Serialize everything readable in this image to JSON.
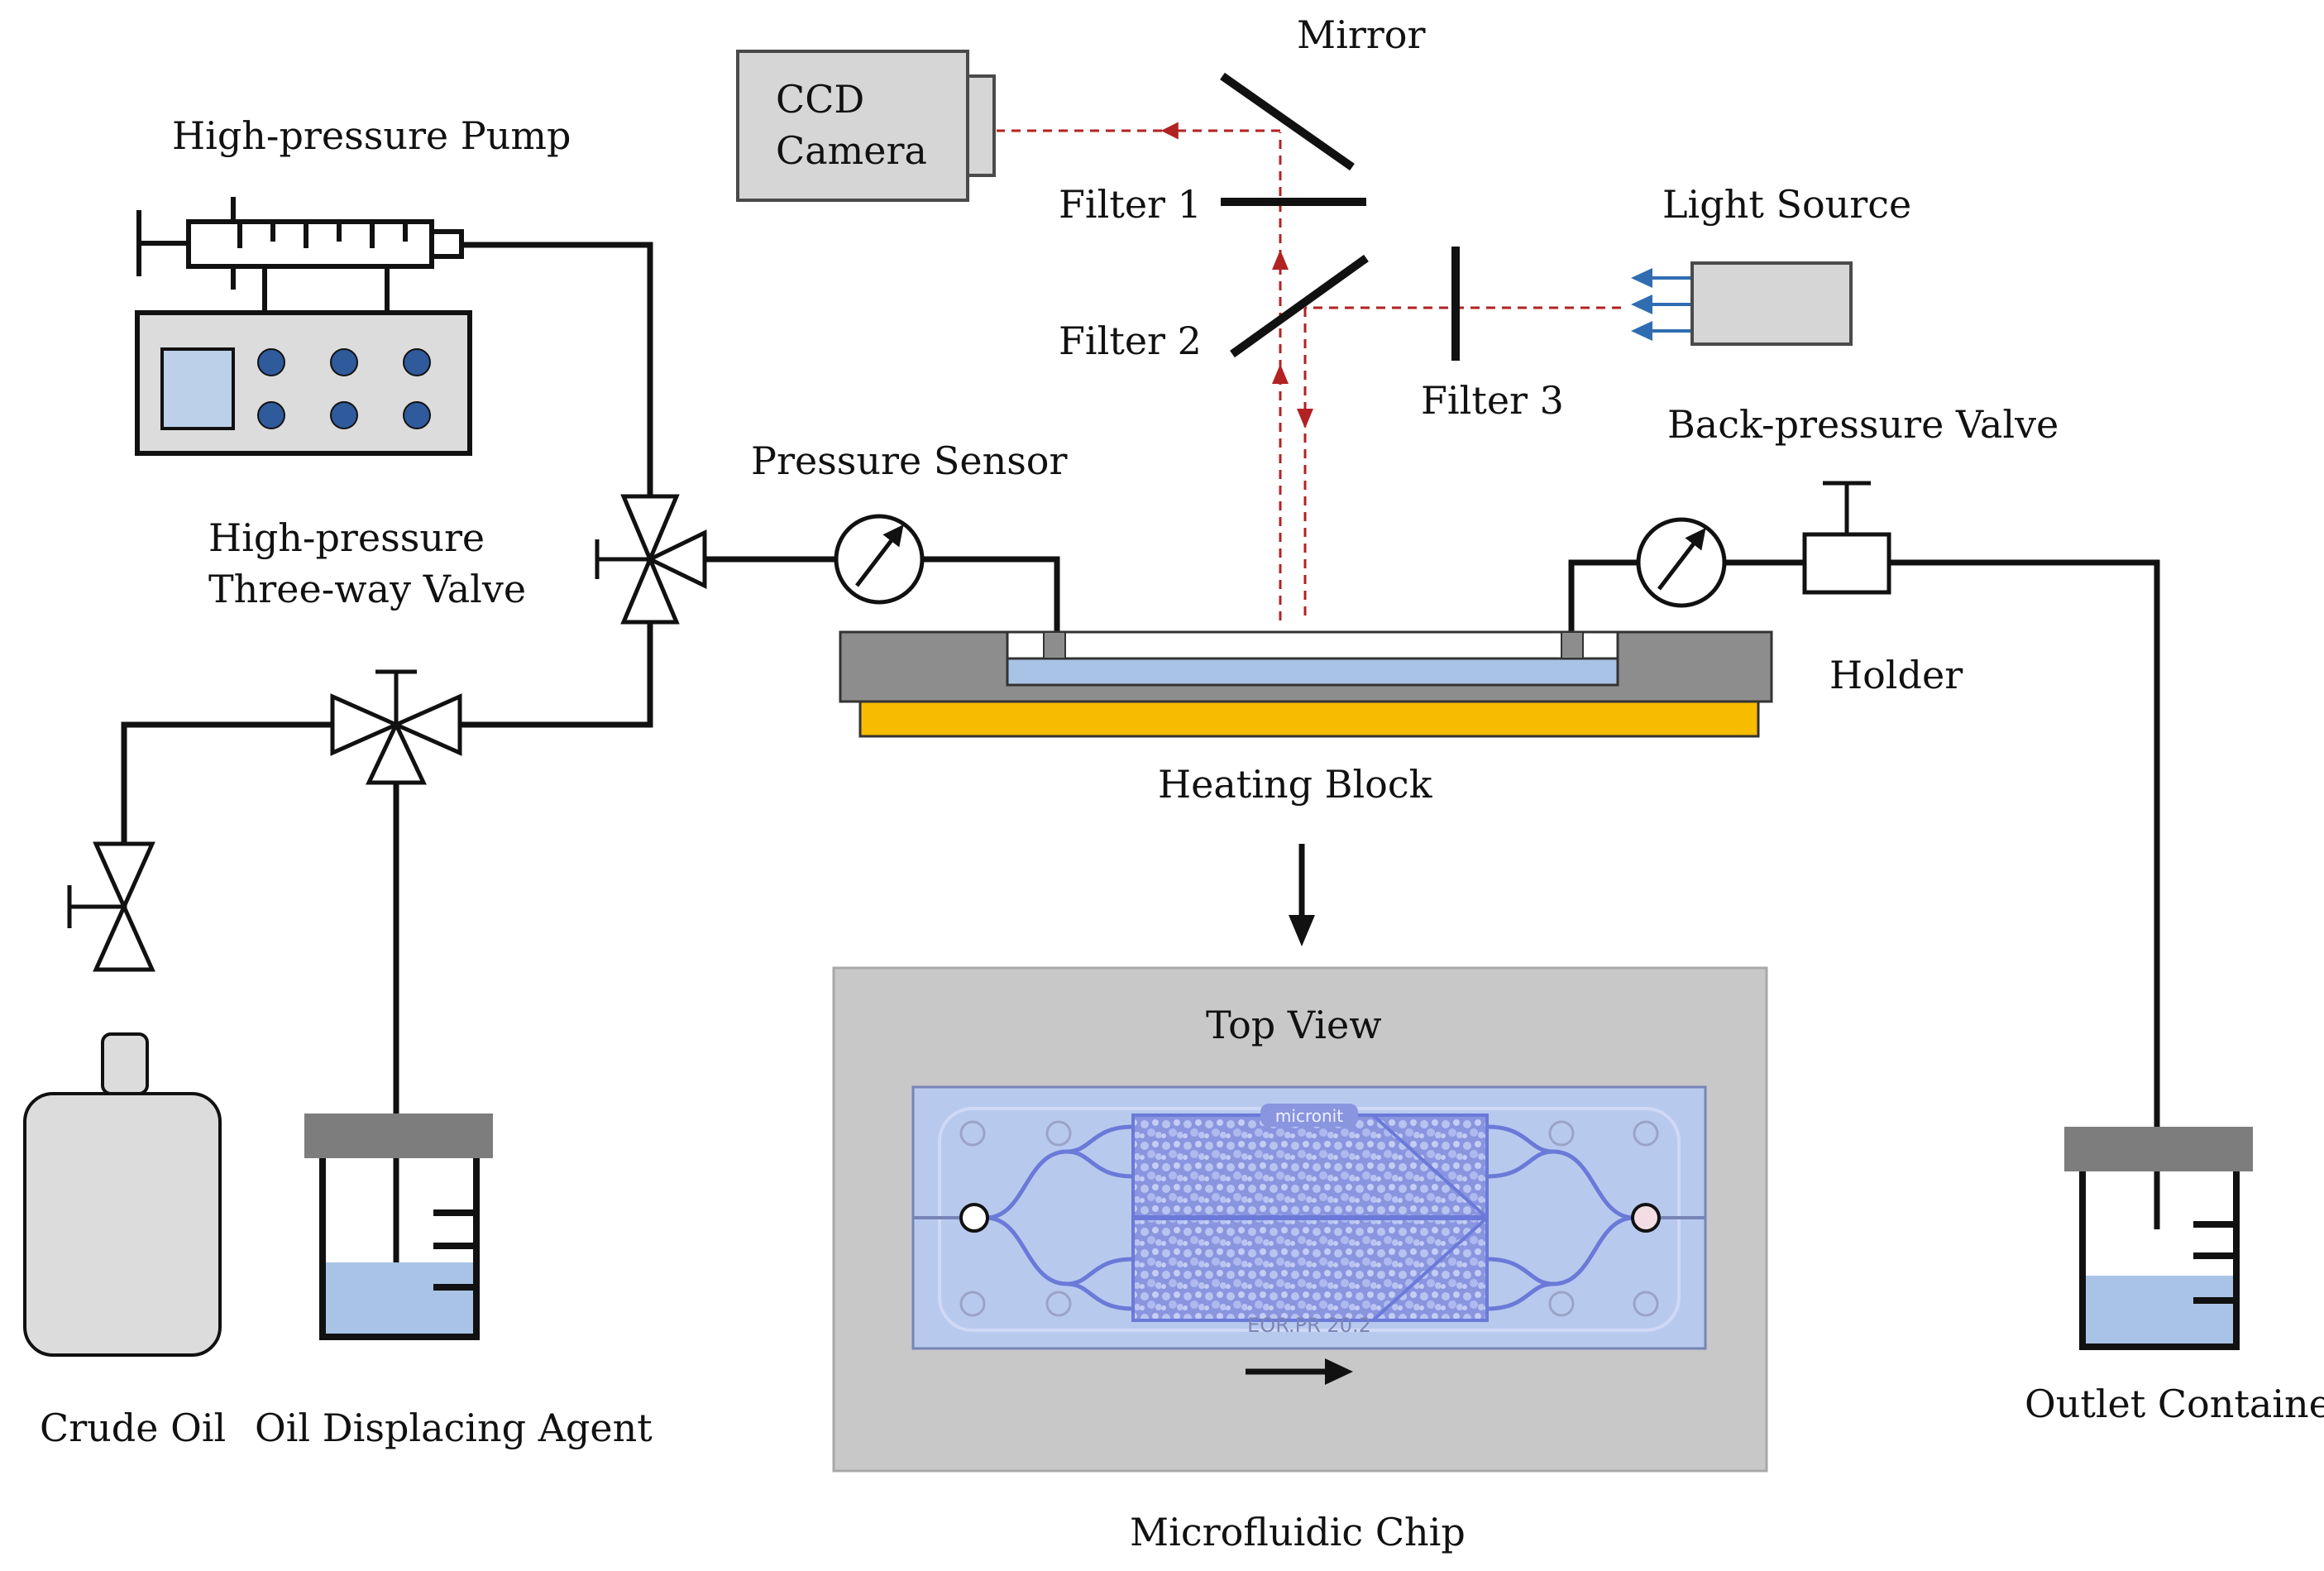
{
  "labels": {
    "mirror": "Mirror",
    "ccd_line1": "CCD",
    "ccd_line2": "Camera",
    "filter1": "Filter 1",
    "filter2": "Filter 2",
    "filter3": "Filter 3",
    "light_source": "Light Source",
    "pump": "High-pressure Pump",
    "three_way_line1": "High-pressure",
    "three_way_line2": "Three-way Valve",
    "pressure_sensor": "Pressure Sensor",
    "back_pressure": "Back-pressure Valve",
    "holder": "Holder",
    "heating_block": "Heating Block",
    "top_view": "Top View",
    "crude_oil": "Crude Oil",
    "agent": "Oil Displacing Agent",
    "outlet": "Outlet Container",
    "chip": "Microfluidic Chip",
    "chip_logo": "micronit",
    "chip_code": "EOR.PR 20.2"
  },
  "colors": {
    "line": "#111111",
    "laser": "#b22222",
    "light_arrow": "#2f6db0",
    "heating": "#f7bb00",
    "holder_gray": "#8d8d8d",
    "fluid": "#a9c3e6",
    "chip_bg": "#b8c9ee",
    "pore_network": "#6b79d8",
    "device_face": "#dcdcdc",
    "button_blue": "#2f5a9c"
  }
}
